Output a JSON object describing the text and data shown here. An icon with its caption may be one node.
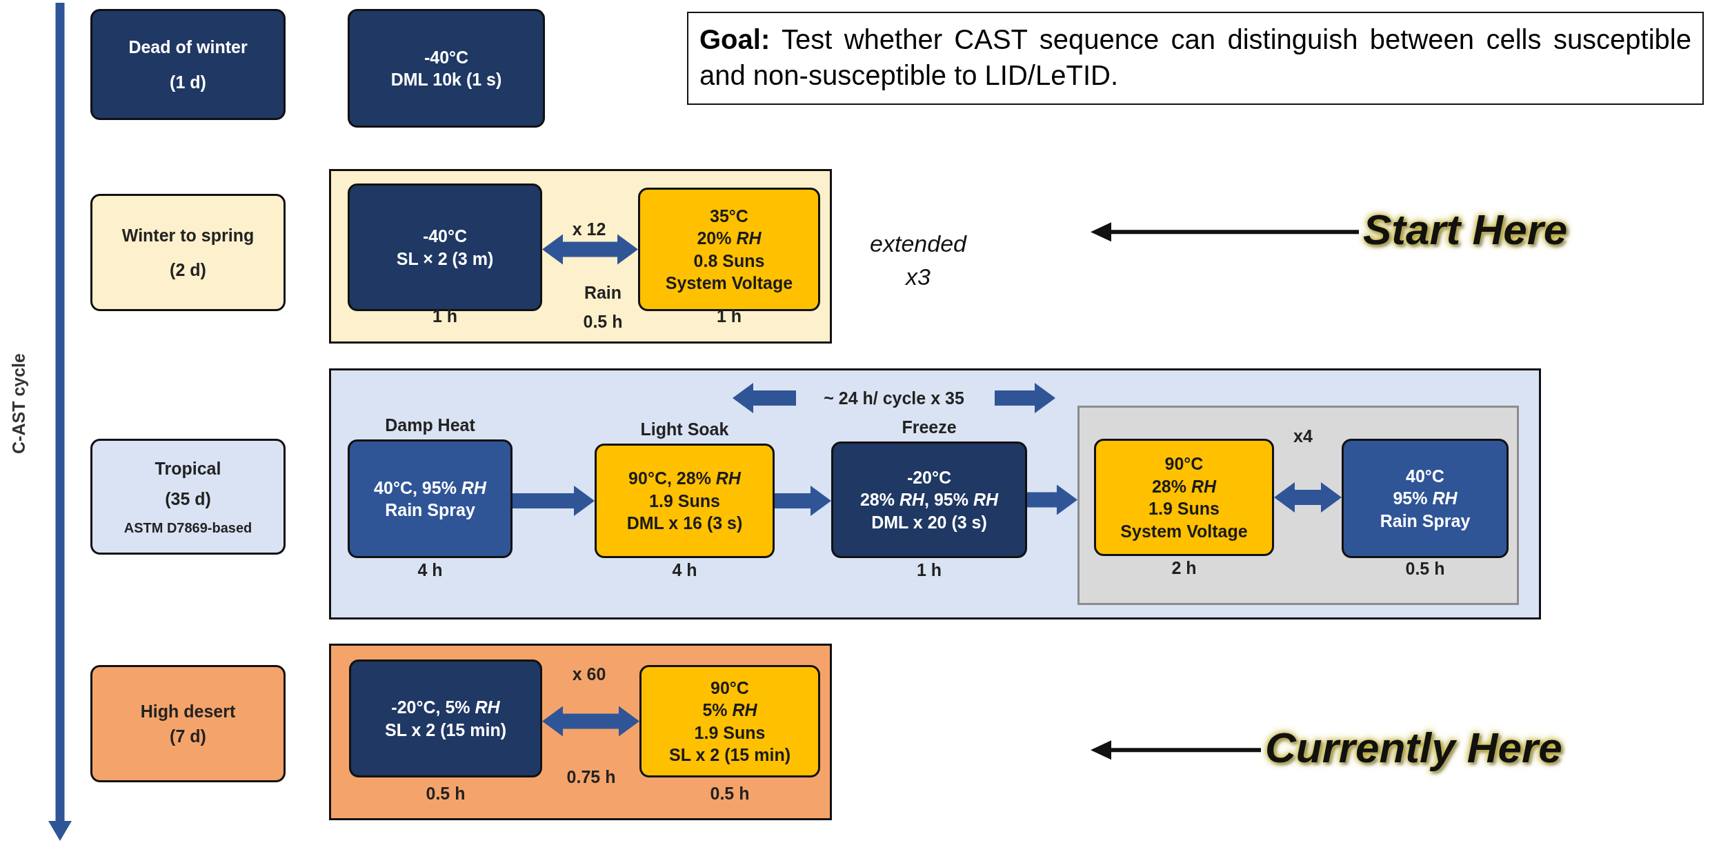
{
  "diagram": {
    "nodes": [
      {
        "text": [
          "Dead of winter",
          "(1 d)"
        ]
      },
      {
        "text": [
          "-40°C DML 10k (1 s)"
        ]
      },
      {
        "text": [
          "Winter to spring",
          "(2 d)"
        ]
      },
      {
        "text": [],
        "shape": "box",
        "beside": [
          "extended x3"
        ]
      },
      {
        "text": [
          "-40°C SL × 2 (3 m)"
        ],
        "in": 3,
        "beside": [
          "1 h"
        ]
      },
      {
        "text": [
          "35°C 20% *RH* 0.8 Suns System Voltage"
        ],
        "in": 3,
        "beside": [
          "1 h"
        ]
      },
      {
        "text": [
          "Tropical",
          "(35 d)",
          "ASTM D7869-based"
        ]
      },
      {
        "text": [],
        "shape": "box"
      },
      {
        "text": [
          "Damp Heat",
          "40°C, 95% *RH* Rain Spray"
        ],
        "in": 7,
        "beside": [
          "4 h"
        ]
      },
      {
        "text": [
          "Light Soak",
          "90°C, 28% *RH* 1.9 Suns DML x 16 (3 s)"
        ],
        "in": 7,
        "beside": [
          "4 h"
        ]
      },
      {
        "text": [
          "Freeze",
          "-20°C 28% *RH*, 95% *RH* DML x 20 (3 s)"
        ],
        "in": 7,
        "beside": [
          "1 h"
        ]
      },
      {
        "text": [
          "x4"
        ],
        "in": 7
      },
      {
        "text": [
          "90°C 28% *RH* 1.9 Suns System Voltage"
        ],
        "in": 11,
        "beside": [
          "2 h"
        ]
      },
      {
        "text": [
          "40°C 95% *RH* Rain Spray"
        ],
        "in": 11,
        "beside": [
          "0.5 h"
        ]
      },
      {
        "text": [
          "High desert",
          "(7 d)"
        ]
      },
      {
        "text": [],
        "shape": "box"
      },
      {
        "text": [
          "-20°C, 5% *RH* SL x 2 (15 min)"
        ],
        "in": 15,
        "beside": [
          "0.5 h"
        ]
      },
      {
        "text": [
          "90°C 5% *RH* 1.9 Suns SL x 2 (15 min)"
        ],
        "in": 15,
        "beside": [
          "0.5 h"
        ]
      },
      {
        "text": [
          "**Goal:** Test whether CAST sequence can distinguish between cells susceptible and non-susceptible to LID/LeTID."
        ]
      },
      {
        "text": [
          "Start Here"
        ]
      },
      {
        "text": [
          "Currently Here"
        ]
      }
    ],
    "edges": [
      {
        "from": 4,
        "to": 5,
        "arrow": "both"
      },
      {
        "from": 8,
        "to": 9,
        "arrow": "to"
      },
      {
        "from": 9,
        "to": 10,
        "arrow": "to"
      },
      {
        "from": 10,
        "to": 11,
        "arrow": "to"
      },
      {
        "from": 12,
        "to": 13,
        "arrow": "both"
      },
      {
        "from": 16,
        "to": 17,
        "arrow": "both"
      },
      {
        "from": 19,
        "to": null,
        "arrow": "to",
        "color": "#111111"
      },
      {
        "from": 20,
        "to": null,
        "arrow": "to",
        "color": "#111111"
      }
    ],
    "labels": [
      "x 12",
      "Rain",
      "0.5 h",
      "~ 24 h/ cycle x 35",
      "x 60",
      "0.75 h",
      "C-AST cycle"
    ]
  }
}
